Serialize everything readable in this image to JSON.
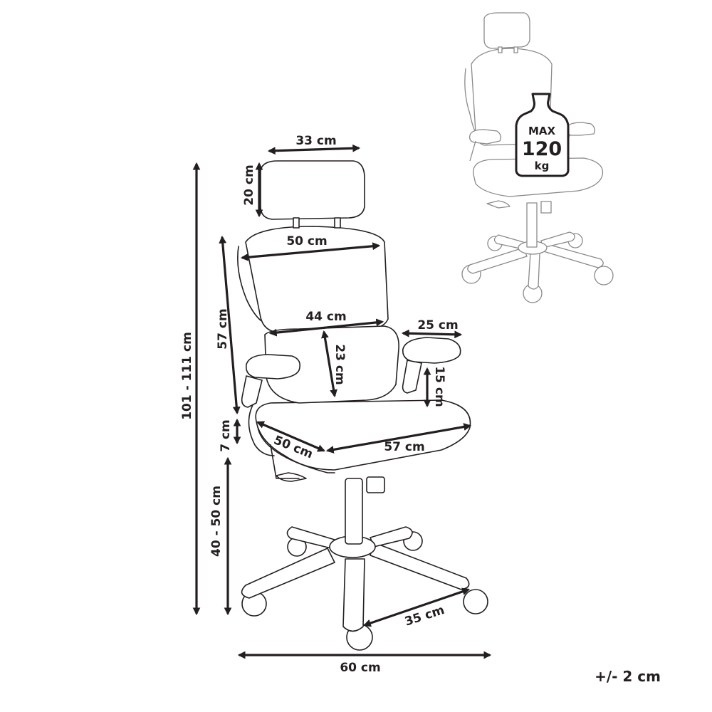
{
  "dimensions": {
    "total_height": "101 - 111 cm",
    "headrest_width": "33 cm",
    "headrest_height": "20 cm",
    "backrest_width": "50 cm",
    "backrest_height": "57 cm",
    "lumbar_width": "44 cm",
    "lumbar_height": "23 cm",
    "armrest_length": "25 cm",
    "armrest_height": "15 cm",
    "seat_gap": "7 cm",
    "seat_depth": "50 cm",
    "seat_width": "57 cm",
    "seat_height": "40 - 50 cm",
    "base_leg": "35 cm",
    "base_width": "60 cm"
  },
  "weight_badge": {
    "line1": "MAX",
    "line2": "120",
    "line3": "kg"
  },
  "tolerance": "+/- 2 cm",
  "colors": {
    "ink": "#231f20",
    "faint": "#8a8a8a",
    "background": "#ffffff"
  }
}
